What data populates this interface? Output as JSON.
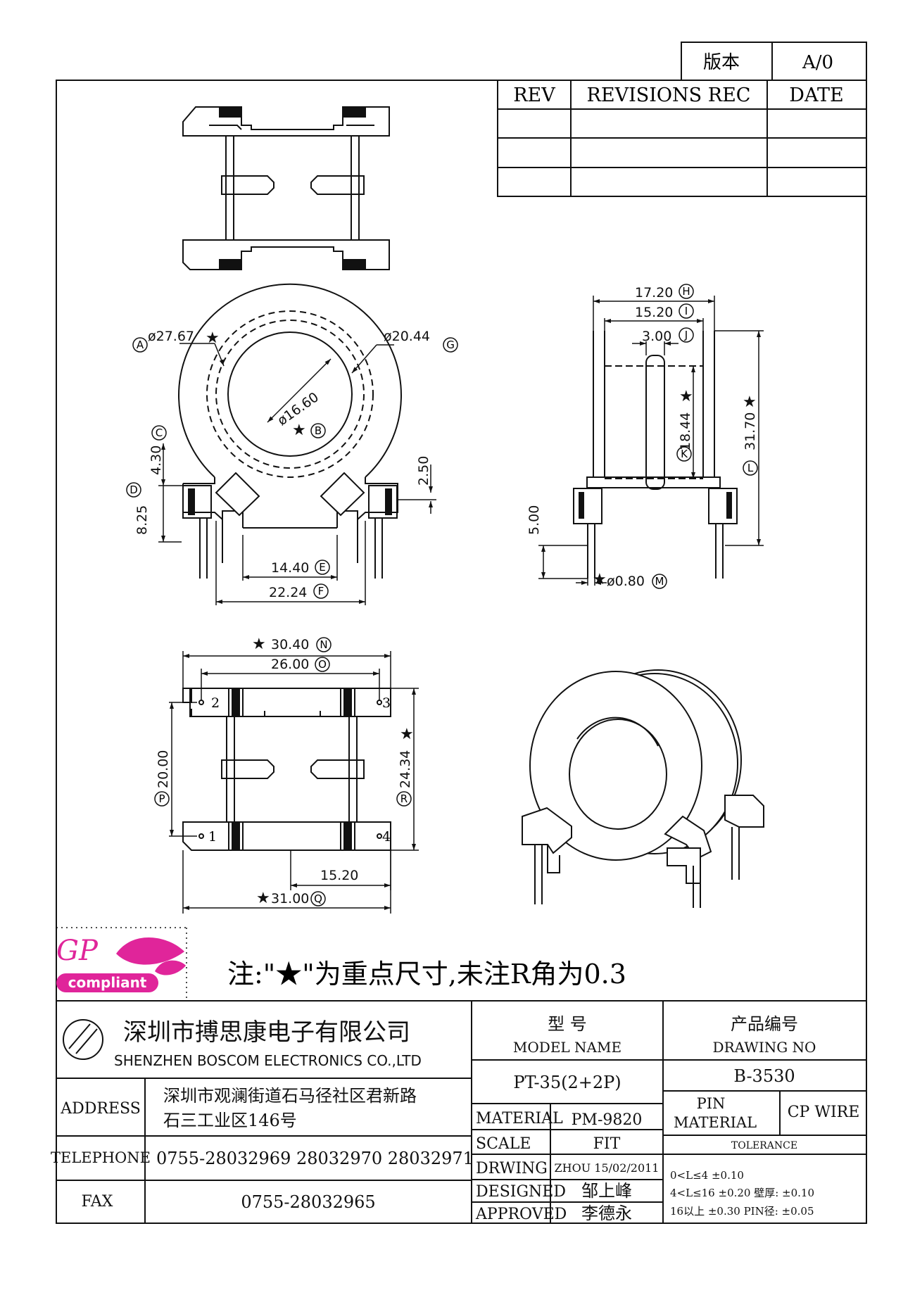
{
  "version_box": {
    "label": "版本",
    "value": "A/0"
  },
  "revisions": {
    "headers": [
      "REV",
      "REVISIONS REC",
      "DATE"
    ]
  },
  "dimensions": {
    "A": "ø27.67",
    "G": "ø20.44",
    "B": "ø16.60",
    "C": "4.30",
    "D": "8.25",
    "d250": "2.50",
    "E": "14.40",
    "F": "22.24",
    "H": "17.20",
    "I": "15.20",
    "J": "3.00",
    "K": "18.44",
    "L": "31.70",
    "d500": "5.00",
    "M": "ø0.80",
    "N": "30.40",
    "O": "26.00",
    "P": "20.00",
    "R": "24.34",
    "d1520": "15.20",
    "Q": "31.00"
  },
  "callouts": {
    "A": "A",
    "B": "B",
    "C": "C",
    "D": "D",
    "E": "E",
    "F": "F",
    "G": "G",
    "H": "H",
    "I": "I",
    "J": "J",
    "K": "K",
    "L": "L",
    "M": "M",
    "N": "N",
    "O": "O",
    "P": "P",
    "Q": "Q",
    "R": "R"
  },
  "pins": [
    "1",
    "2",
    "3",
    "4"
  ],
  "note": "注:\"★\"为重点尺寸,未注R角为0.3",
  "logo": {
    "gp": "GP",
    "compliant": "compliant",
    "accent": "#e0259a"
  },
  "title_block": {
    "company_cn": "深圳市搏思康电子有限公司",
    "company_en": "SHENZHEN BOSCOM ELECTRONICS CO.,LTD",
    "model_name_cn": "型      号",
    "model_name_en": "MODEL NAME",
    "model_value": "PT-35(2+2P)",
    "drawing_no_cn": "产品编号",
    "drawing_no_en": "DRAWING NO",
    "drawing_no_value": "B-3530",
    "address_label": "ADDRESS",
    "address_line1": "深圳市观澜街道石马径社区君新路",
    "address_line2": "石三工业区146号",
    "telephone_label": "TELEPHONE",
    "telephone_value": "0755-28032969 28032970 28032971",
    "fax_label": "FAX",
    "fax_value": "0755-28032965",
    "material_label": "MATERIAL",
    "material_value": "PM-9820",
    "scale_label": "SCALE",
    "scale_value": "FIT",
    "drwing_label": "DRWING",
    "drwing_value": "ZHOU 15/02/2011",
    "designed_label": "DESIGNED",
    "designed_value": "邹上峰",
    "approved_label": "APPROVED",
    "approved_value": "李德永",
    "pin_label": "PIN",
    "pin_material_label": "MATERIAL",
    "pin_material_value": "CP WIRE",
    "tolerance_label": "TOLERANCE",
    "tol_line1": "0<L≤4  ±0.10",
    "tol_line2": "4<L≤16  ±0.20   壁厚:  ±0.10",
    "tol_line3": "16以上    ±0.30  PIN径: ±0.05"
  }
}
